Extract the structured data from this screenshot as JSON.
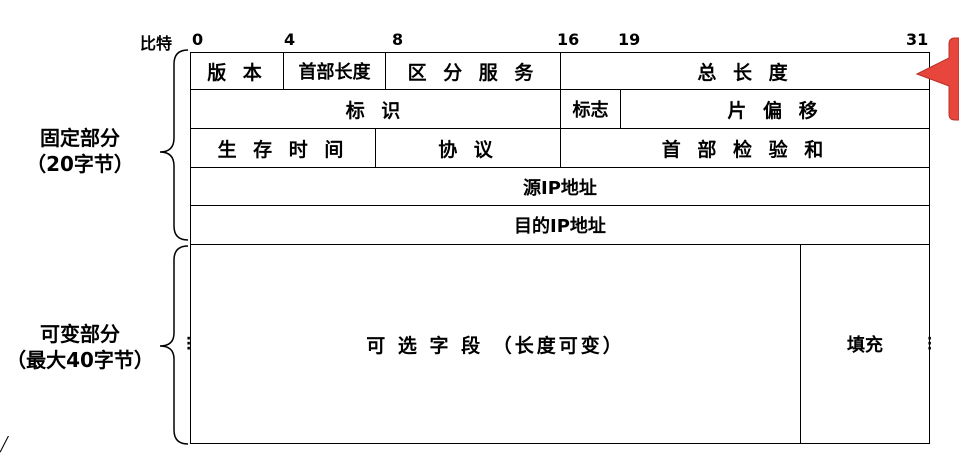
{
  "bit_axis": {
    "label": "比特",
    "ticks": [
      "0",
      "4",
      "8",
      "16",
      "19",
      "31"
    ]
  },
  "rows": {
    "row1": [
      "版 本",
      "首部长度",
      "区 分 服 务",
      "总 长 度"
    ],
    "row2": [
      "标 识",
      "标志",
      "片 偏 移"
    ],
    "row3": [
      "生 存 时 间",
      "协 议",
      "首 部 检 验 和"
    ],
    "row4": [
      "源IP地址"
    ],
    "row5": [
      "目的IP地址"
    ],
    "row6": [
      "可 选 字 段 （长度可变）",
      "填充"
    ]
  },
  "sections": {
    "fixed": {
      "line1": "固定部分",
      "line2": "（20字节）"
    },
    "variable": {
      "line1": "可变部分",
      "line2": "（最大40字节）"
    }
  },
  "colors": {
    "callout": "#e8453c",
    "border": "#000000"
  }
}
